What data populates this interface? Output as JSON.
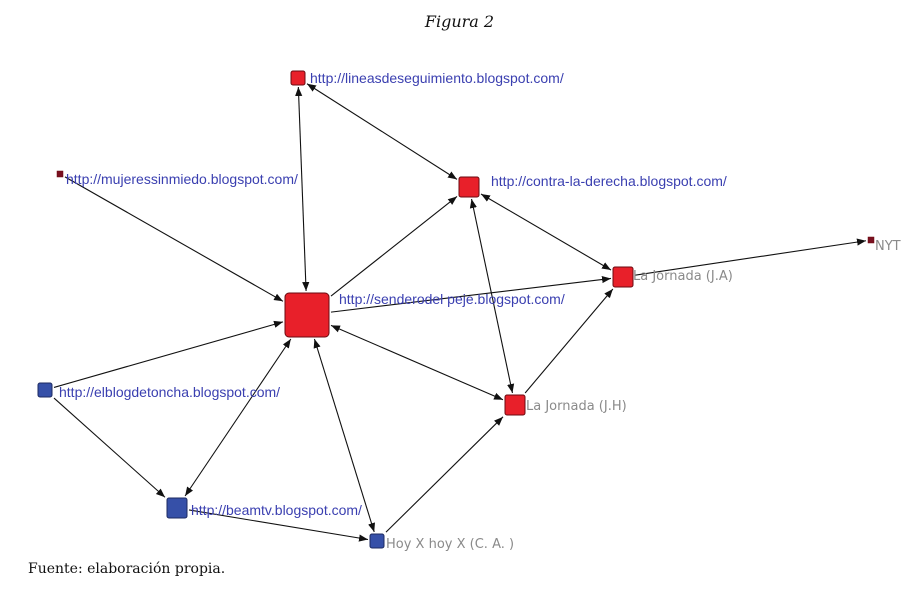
{
  "title": "Figura 2",
  "source": "Fuente: elaboración propia.",
  "colors": {
    "red": "#e8202a",
    "blue": "#3650a8",
    "dark": "#7a1020",
    "edge": "#111111",
    "url_label": "#3a3fb0",
    "plain_label": "#8a8a8a"
  },
  "nodes": [
    {
      "id": "sendero",
      "label": "http://senderodel peje.blogspot.com/",
      "color": "red",
      "size": "large",
      "label_type": "url"
    },
    {
      "id": "lineas",
      "label": "http://lineasdeseguimiento.blogspot.com/",
      "color": "red",
      "size": "small",
      "label_type": "url"
    },
    {
      "id": "mujeres",
      "label": "http://mujeressinmiedo.blogspot.com/",
      "color": "dark",
      "size": "tiny",
      "label_type": "url"
    },
    {
      "id": "contra",
      "label": "http://contra-la-derecha.blogspot.com/",
      "color": "red",
      "size": "medium",
      "label_type": "url"
    },
    {
      "id": "jornada_ja",
      "label": "La Jornada (J.A)",
      "color": "red",
      "size": "medium",
      "label_type": "plain"
    },
    {
      "id": "nyt",
      "label": "NYT",
      "color": "dark",
      "size": "tiny",
      "label_type": "plain"
    },
    {
      "id": "elblog",
      "label": "http://elblogdetoncha.blogspot.com/",
      "color": "blue",
      "size": "small",
      "label_type": "url"
    },
    {
      "id": "jornada_jh",
      "label": "La Jornada (J.H)",
      "color": "red",
      "size": "medium",
      "label_type": "plain"
    },
    {
      "id": "beamtv",
      "label": "http://beamtv.blogspot.com/",
      "color": "blue",
      "size": "medium",
      "label_type": "url"
    },
    {
      "id": "hoyx",
      "label": "Hoy X hoy X (C. A. )",
      "color": "blue",
      "size": "small",
      "label_type": "plain"
    }
  ],
  "edges": [
    {
      "from": "sendero",
      "to": "lineas",
      "bidirectional": true
    },
    {
      "from": "lineas",
      "to": "contra",
      "bidirectional": true
    },
    {
      "from": "mujeres",
      "to": "sendero",
      "bidirectional": false
    },
    {
      "from": "sendero",
      "to": "contra",
      "bidirectional": false
    },
    {
      "from": "contra",
      "to": "jornada_ja",
      "bidirectional": true
    },
    {
      "from": "contra",
      "to": "jornada_jh",
      "bidirectional": true
    },
    {
      "from": "jornada_ja",
      "to": "nyt",
      "bidirectional": false
    },
    {
      "from": "sendero",
      "to": "jornada_ja",
      "bidirectional": false
    },
    {
      "from": "jornada_jh",
      "to": "jornada_ja",
      "bidirectional": false
    },
    {
      "from": "sendero",
      "to": "jornada_jh",
      "bidirectional": true
    },
    {
      "from": "elblog",
      "to": "sendero",
      "bidirectional": false
    },
    {
      "from": "elblog",
      "to": "beamtv",
      "bidirectional": false
    },
    {
      "from": "beamtv",
      "to": "sendero",
      "bidirectional": true
    },
    {
      "from": "hoyx",
      "to": "sendero",
      "bidirectional": true
    },
    {
      "from": "beamtv",
      "to": "hoyx",
      "bidirectional": false
    },
    {
      "from": "hoyx",
      "to": "jornada_jh",
      "bidirectional": false
    }
  ]
}
